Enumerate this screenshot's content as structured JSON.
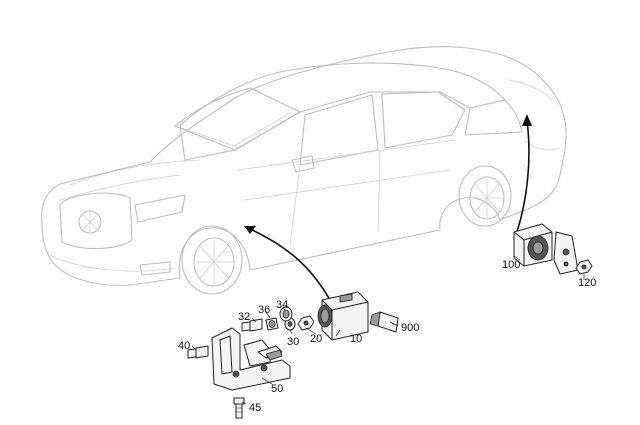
{
  "colors": {
    "car_outline": "#bdbdbd",
    "part_outline": "#222222",
    "arrow": "#111111",
    "background": "#ffffff"
  },
  "labels": {
    "p10": "10",
    "p20": "20",
    "p30": "30",
    "p32": "32",
    "p34": "34",
    "p36": "36",
    "p40": "40",
    "p45": "45",
    "p50": "50",
    "p100": "100",
    "p120": "120",
    "p900": "900"
  }
}
